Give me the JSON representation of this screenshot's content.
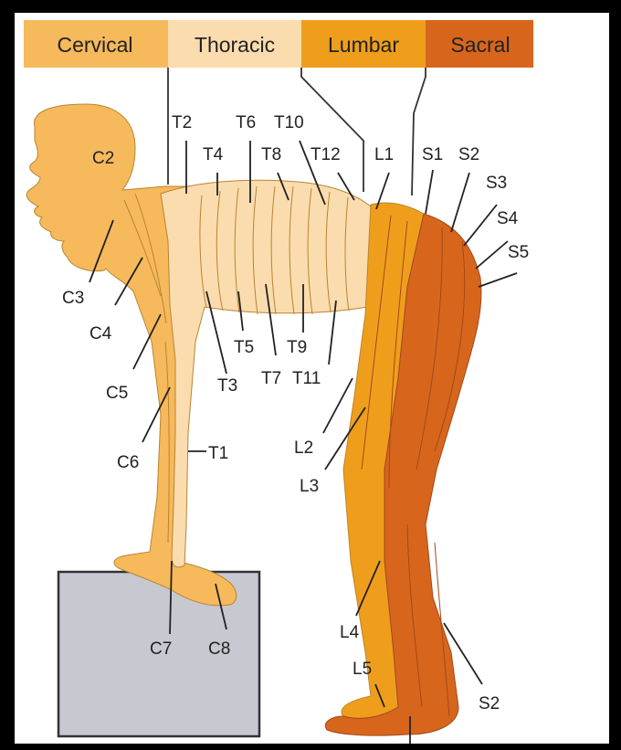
{
  "header": {
    "cervical": "Cervical",
    "thoracic": "Thoracic",
    "lumbar": "Lumbar",
    "sacral": "Sacral"
  },
  "colors": {
    "cervical": "#f6b95c",
    "thoracic": "#fbdcae",
    "lumbar": "#ef9e1c",
    "sacral": "#d7661c",
    "box": "#c8c8d0"
  },
  "labels": {
    "c2": "C2",
    "c3": "C3",
    "c4": "C4",
    "c5": "C5",
    "c6": "C6",
    "c7": "C7",
    "c8": "C8",
    "t1": "T1",
    "t2": "T2",
    "t3": "T3",
    "t4": "T4",
    "t5": "T5",
    "t6": "T6",
    "t7": "T7",
    "t8": "T8",
    "t9": "T9",
    "t10": "T10",
    "t11": "T11",
    "t12": "T12",
    "l1": "L1",
    "l2": "L2",
    "l3": "L3",
    "l4": "L4",
    "l5": "L5",
    "s1": "S1",
    "s2": "S2",
    "s3": "S3",
    "s4": "S4",
    "s5": "S5",
    "s2_leg": "S2"
  }
}
